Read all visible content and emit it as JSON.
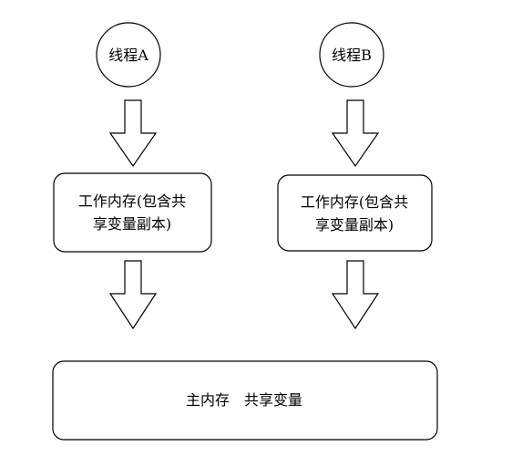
{
  "diagram": {
    "thread_a": {
      "label": "线程A"
    },
    "thread_b": {
      "label": "线程B"
    },
    "working_memory_a": {
      "line1": "工作内存(包含共",
      "line2": "享变量副本)"
    },
    "working_memory_b": {
      "line1": "工作内存(包含共",
      "line2": "享变量副本)"
    },
    "main_memory": {
      "label": "主内存　共享变量"
    }
  },
  "colors": {
    "stroke": "#000000",
    "fill": "#ffffff",
    "text": "#000000"
  }
}
